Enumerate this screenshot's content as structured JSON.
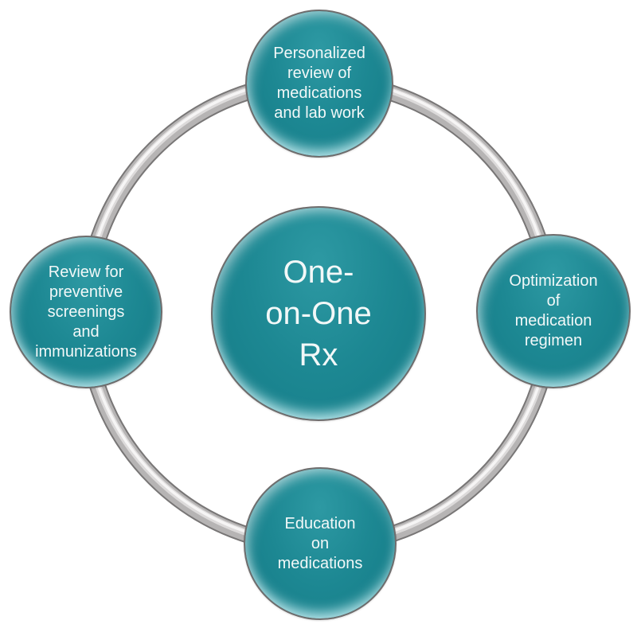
{
  "diagram": {
    "type": "cycle",
    "center": {
      "label": "One-on-One Rx",
      "lines": [
        "One-",
        "on-One",
        "Rx"
      ]
    },
    "nodes": [
      {
        "position": "top",
        "label": "Personalized review of medications and lab work",
        "lines": [
          "Personalized",
          "review of",
          "medications",
          "and lab work"
        ]
      },
      {
        "position": "right",
        "label": "Optimization of medication regimen",
        "lines": [
          "Optimization",
          "of",
          "medication",
          "regimen"
        ]
      },
      {
        "position": "bottom",
        "label": "Education on medications",
        "lines": [
          "Education",
          "on",
          "medications"
        ]
      },
      {
        "position": "left",
        "label": "Review for preventive screenings and immunizations",
        "lines": [
          "Review for",
          "preventive",
          "screenings",
          "and",
          "immunizations"
        ]
      }
    ],
    "colors": {
      "node_fill": "#17838d",
      "node_fill_light": "#2d99a3",
      "node_border": "#6f6d6d",
      "node_text": "#f2f8f8",
      "ring_body": "#b6b4b4",
      "ring_edge": "#787676",
      "ring_highlight": "#f6f5f5",
      "background": "#ffffff"
    }
  }
}
